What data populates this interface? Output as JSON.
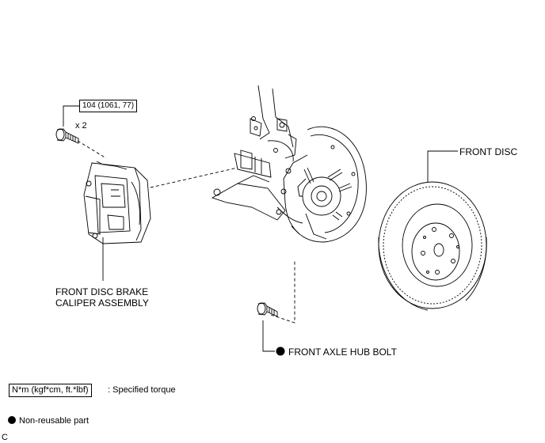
{
  "torque_spec": "104 (1061, 77)",
  "bolt_qty": "x 2",
  "labels": {
    "front_disc": "FRONT DISC",
    "caliper_line1": "FRONT DISC BRAKE",
    "caliper_line2": "CALIPER ASSEMBLY",
    "hub_bolt": "FRONT AXLE HUB BOLT"
  },
  "legend": {
    "torque_units": "N*m (kgf*cm, ft.*lbf)",
    "torque_desc": ": Specified torque",
    "non_reusable": "Non-reusable part"
  },
  "corner_mark": "C"
}
